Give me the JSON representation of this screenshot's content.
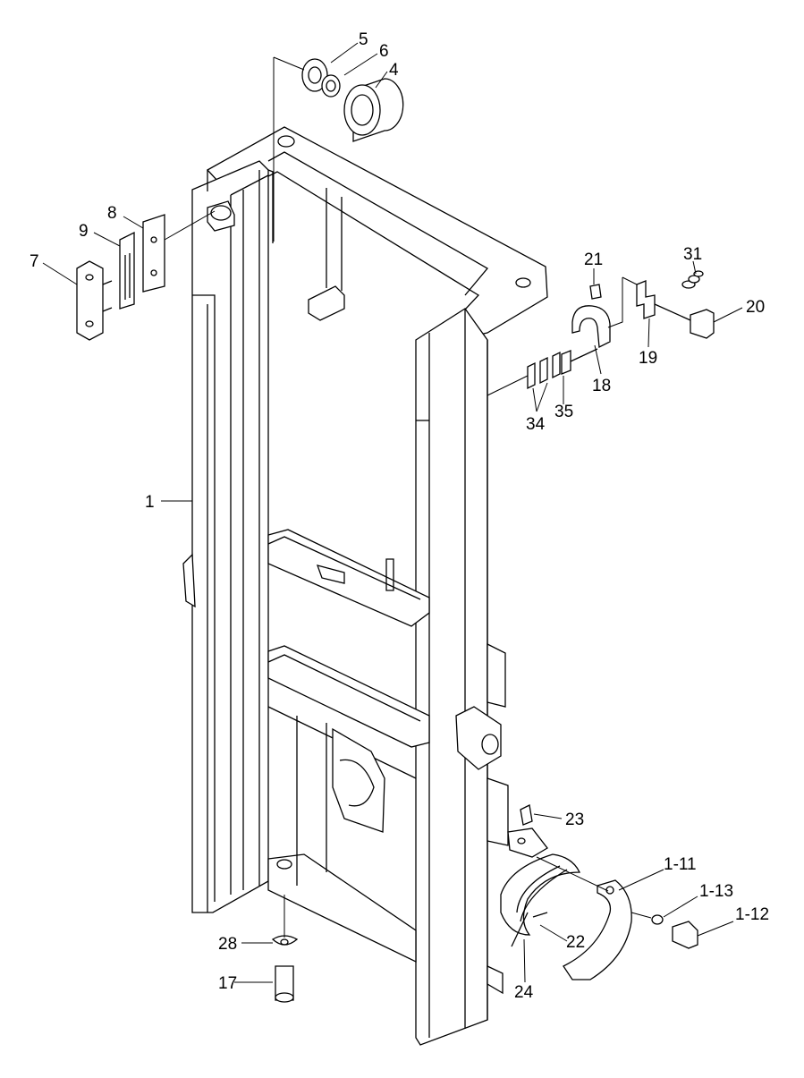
{
  "diagram": {
    "callouts": {
      "c1": "1",
      "c4": "4",
      "c5": "5",
      "c6": "6",
      "c7": "7",
      "c8": "8",
      "c9": "9",
      "c17": "17",
      "c18": "18",
      "c19": "19",
      "c20": "20",
      "c21": "21",
      "c22": "22",
      "c23": "23",
      "c24": "24",
      "c28": "28",
      "c31": "31",
      "c34": "34",
      "c35": "35",
      "c1_11": "1-11",
      "c1_12": "1-12",
      "c1_13": "1-13"
    }
  }
}
